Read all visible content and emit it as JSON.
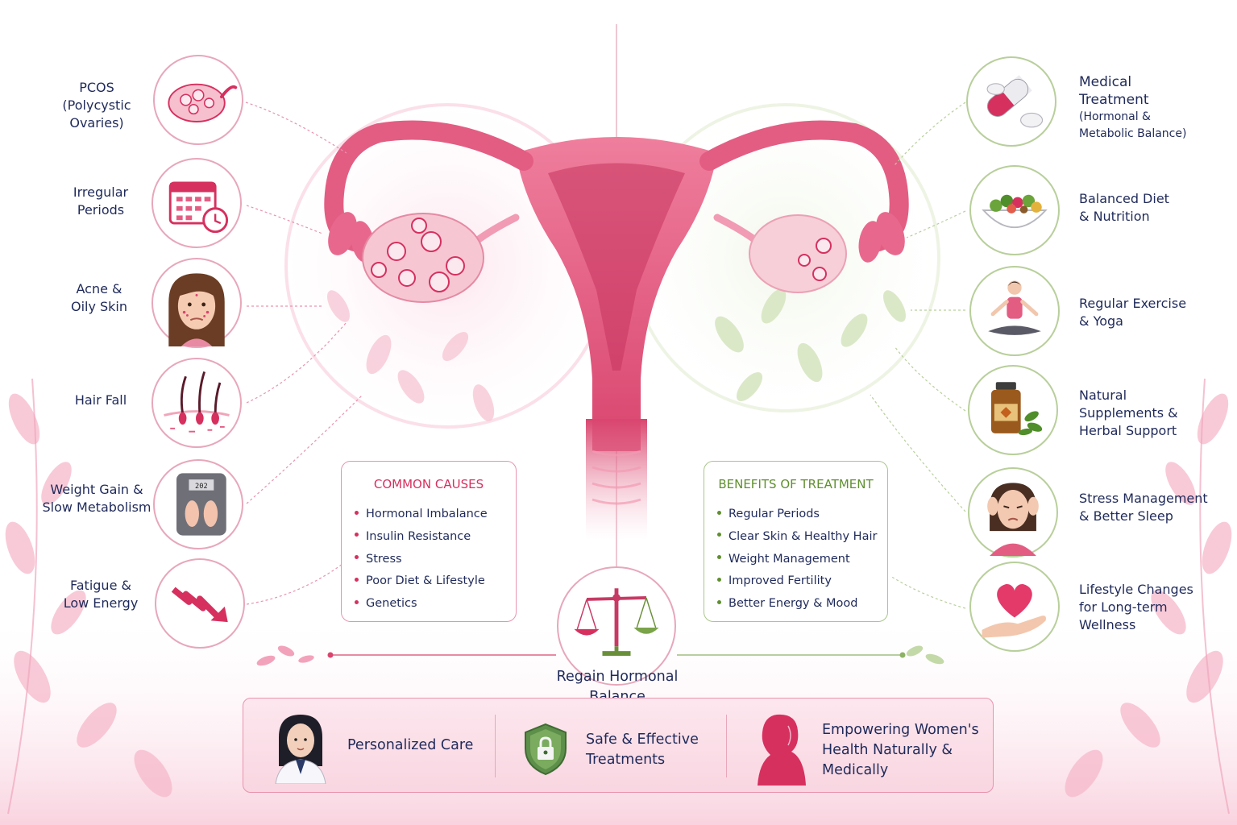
{
  "causes_icons": [
    {
      "label": [
        "PCOS",
        "(Polycystic",
        "Ovaries)"
      ],
      "icon": "ovary-cyst-icon"
    },
    {
      "label": [
        "Irregular",
        "Periods"
      ],
      "icon": "calendar-clock-icon"
    },
    {
      "label": [
        "Acne &",
        "Oily Skin"
      ],
      "icon": "acne-face-icon"
    },
    {
      "label": [
        "Hair Fall"
      ],
      "icon": "hair-follicle-icon"
    },
    {
      "label": [
        "Weight Gain &",
        "Slow Metabolism"
      ],
      "icon": "weighing-scale-icon",
      "scale_readout": "202"
    },
    {
      "label": [
        "Fatigue &",
        "Low Energy"
      ],
      "icon": "down-trend-arrow-icon"
    }
  ],
  "treatment_icons": [
    {
      "title": [
        "Medical",
        "Treatment"
      ],
      "sub": [
        "(Hormonal &",
        "Metabolic Balance)"
      ],
      "icon": "pill-capsule-icon"
    },
    {
      "title": [
        "Balanced Diet",
        "& Nutrition"
      ],
      "sub": [],
      "icon": "salad-bowl-icon"
    },
    {
      "title": [
        "Regular Exercise",
        "& Yoga"
      ],
      "sub": [],
      "icon": "yoga-pose-icon"
    },
    {
      "title": [
        "Natural",
        "Supplements &",
        "Herbal Support"
      ],
      "sub": [],
      "icon": "herbal-bottle-icon"
    },
    {
      "title": [
        "Stress Management",
        "& Better Sleep"
      ],
      "sub": [],
      "icon": "stressed-woman-icon"
    },
    {
      "title": [
        "Lifestyle Changes",
        "for Long-term",
        "Wellness"
      ],
      "sub": [],
      "icon": "heart-in-hand-icon"
    }
  ],
  "causes_box": {
    "title": "COMMON CAUSES",
    "items": [
      "Hormonal Imbalance",
      "Insulin Resistance",
      "Stress",
      "Poor Diet & Lifestyle",
      "Genetics"
    ]
  },
  "benefits_box": {
    "title": "BENEFITS OF TREATMENT",
    "items": [
      "Regular Periods",
      "Clear Skin & Healthy Hair",
      "Weight Management",
      "Improved Fertility",
      "Better Energy & Mood"
    ]
  },
  "center": {
    "label": [
      "Regain Hormonal",
      "Balance"
    ],
    "icon": "balance-scale-icon"
  },
  "banner": [
    {
      "label": [
        "Personalized Care"
      ],
      "icon": "doctor-icon"
    },
    {
      "label": [
        "Safe & Effective",
        "Treatments"
      ],
      "icon": "shield-lock-icon"
    },
    {
      "label": [
        "Empowering Women's",
        "Health Naturally &",
        "Medically"
      ],
      "icon": "woman-silhouette-icon"
    }
  ],
  "colors": {
    "pink_accent": "#d6305f",
    "green_accent": "#5f8f2e",
    "navy_text": "#1f2a5a",
    "uterus": "#e5577f"
  }
}
